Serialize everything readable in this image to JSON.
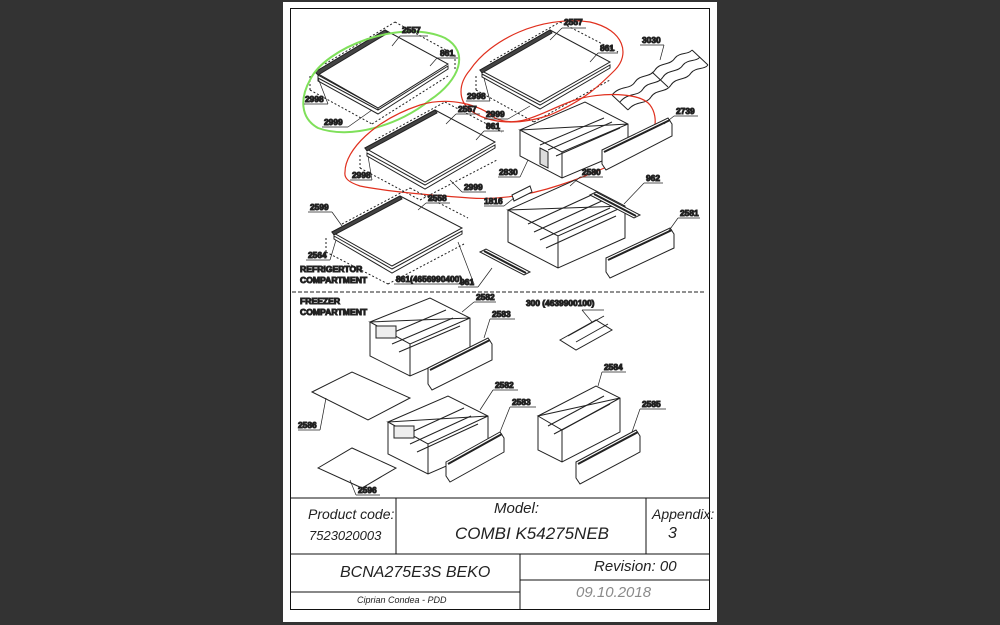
{
  "parts": {
    "p2557a": "2557",
    "p861a": "861",
    "p2998a": "2998",
    "p2999a": "2999",
    "p2557b": "2557",
    "p861b": "861",
    "p3030": "3030",
    "p2998b": "2998",
    "p2999b": "2999",
    "p2739": "2739",
    "p2557c": "2557",
    "p861c": "861",
    "p2998c": "2998",
    "p2999c": "2999",
    "p2830": "2830",
    "p2580": "2580",
    "p1816": "1816",
    "p962": "962",
    "p2599": "2599",
    "p2558": "2558",
    "p2581": "2581",
    "p2564": "2564",
    "p861d": "861(4656990400)",
    "p961": "961",
    "p2582a": "2582",
    "p2583a": "2583",
    "p300": "300 (4639900100)",
    "p2586": "2586",
    "p2582b": "2582",
    "p2583b": "2583",
    "p2584": "2584",
    "p2585": "2585",
    "p2596": "2596"
  },
  "sections": {
    "refrigerator_1": "REFRIGERTOR",
    "refrigerator_2": "COMPARTMENT",
    "freezer_1": "FREEZER",
    "freezer_2": "COMPARTMENT"
  },
  "title_block": {
    "product_code_label": "Product code:",
    "product_code": "7523020003",
    "model_label": "Model:",
    "model": "COMBI K54275NEB",
    "appendix_label": "Appendix:",
    "appendix": "3",
    "brand_model": "BCNA275E3S BEKO",
    "revision": "Revision: 00",
    "author": "Ciprian Condea - PDD",
    "date": "09.10.2018"
  },
  "colors": {
    "highlight_green": "#7fe05a",
    "highlight_red": "#e0301e"
  }
}
